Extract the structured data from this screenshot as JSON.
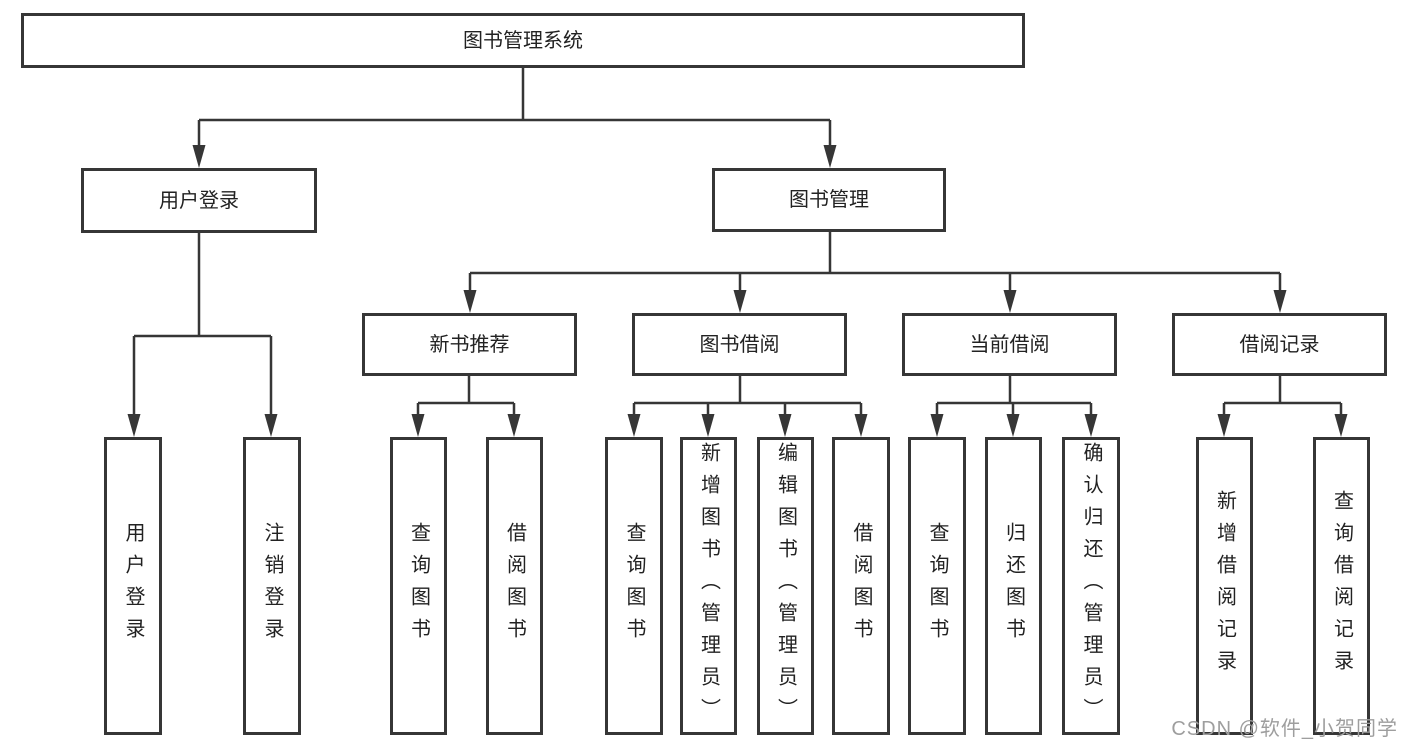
{
  "tree": {
    "label": "图书管理系统",
    "children": [
      {
        "label": "用户登录",
        "children": [
          {
            "label": "用户登录"
          },
          {
            "label": "注销登录"
          }
        ]
      },
      {
        "label": "图书管理",
        "children": [
          {
            "label": "新书推荐",
            "children": [
              {
                "label": "查询图书"
              },
              {
                "label": "借阅图书"
              }
            ]
          },
          {
            "label": "图书借阅",
            "children": [
              {
                "label": "查询图书"
              },
              {
                "label": "新增图书（管理员）"
              },
              {
                "label": "编辑图书（管理员）"
              },
              {
                "label": "借阅图书"
              }
            ]
          },
          {
            "label": "当前借阅",
            "children": [
              {
                "label": "查询图书"
              },
              {
                "label": "归还图书"
              },
              {
                "label": "确认归还（管理员）"
              }
            ]
          },
          {
            "label": "借阅记录",
            "children": [
              {
                "label": "新增借阅记录"
              },
              {
                "label": "查询借阅记录"
              }
            ]
          }
        ]
      }
    ]
  },
  "watermark": {
    "text": "CSDN @软件_小贺同学"
  },
  "colors": {
    "line": "#363636",
    "text": "#222222",
    "watermark": "#9e9e9e",
    "background": "#ffffff"
  }
}
